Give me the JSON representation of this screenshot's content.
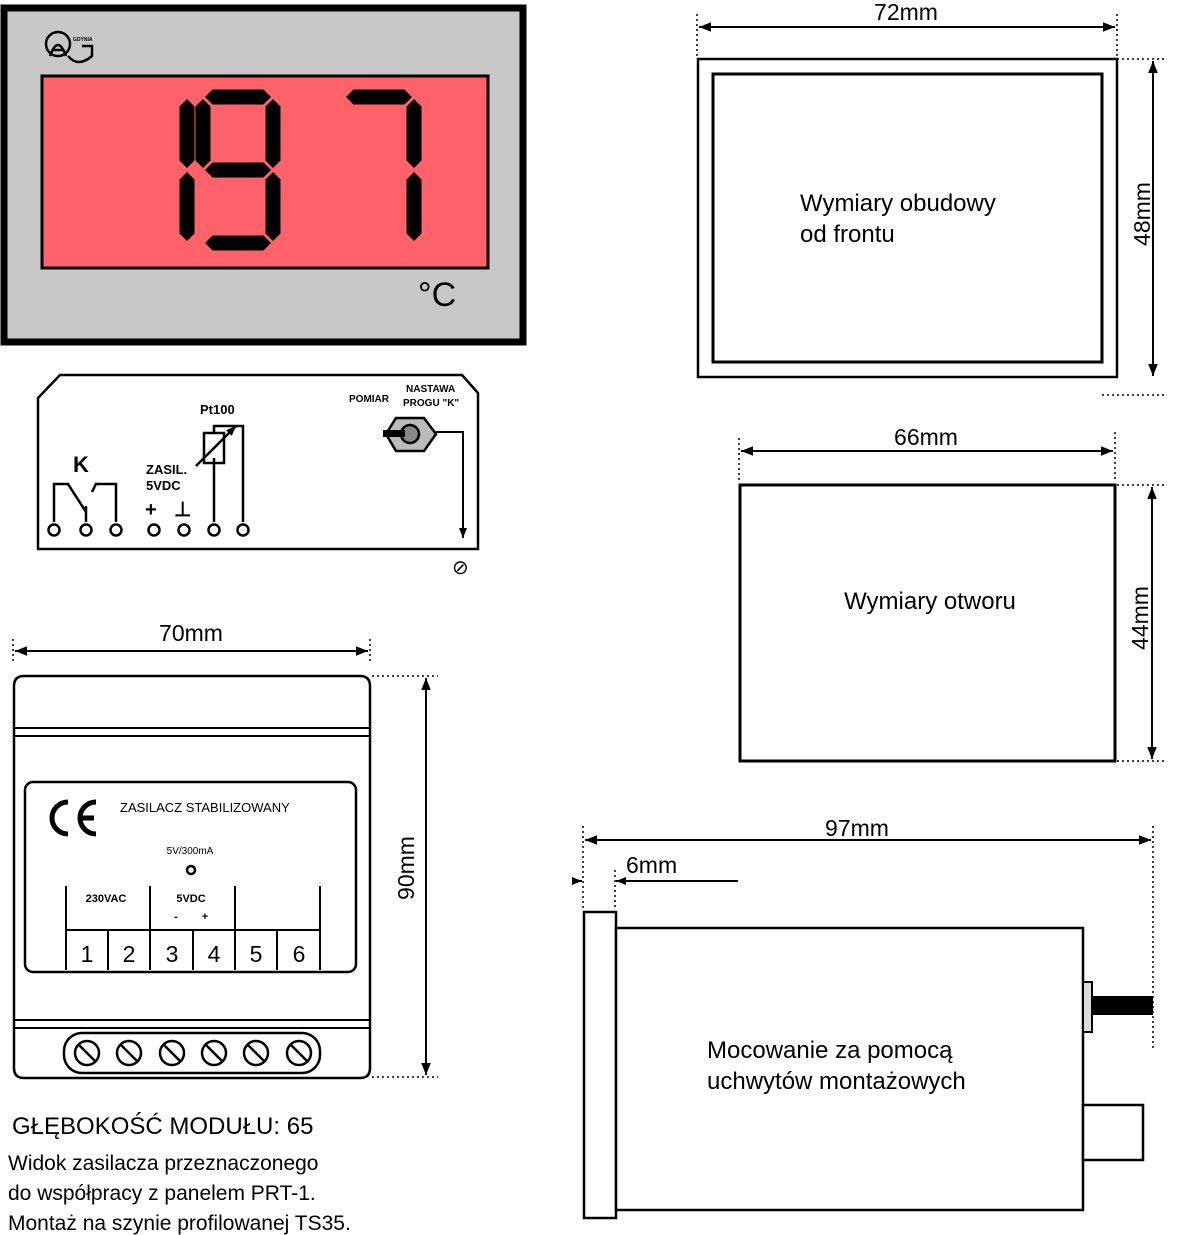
{
  "colors": {
    "display_bg": "#ff6268",
    "panel_bg": "#c8c8c8",
    "bezel": "#000000",
    "psu_label_bg": "#e6e6e6"
  },
  "front_panel": {
    "logo_small_text": "GDYNIA",
    "display_value": "197",
    "unit": "°C"
  },
  "rear_terminals": {
    "relay_label": "K",
    "supply_label_line1": "ZASIL.",
    "supply_label_line2": "5VDC",
    "plus_symbol": "+",
    "ground_symbol": "⊥",
    "sensor_label": "Pt100",
    "pot_label_left": "POMIAR",
    "pot_label_right_line1": "NASTAWA",
    "pot_label_right_line2": "PROGU \"K\"",
    "screw_symbol": "⊘"
  },
  "psu": {
    "width_label": "70mm",
    "height_label": "90mm",
    "ce_mark": "CE",
    "title": "ZASILACZ STABILIZOWANY",
    "rating": "5V/300mA",
    "input_label": "230VAC",
    "output_label": "5VDC",
    "minus": "-",
    "plus": "+",
    "terminals": [
      "1",
      "2",
      "3",
      "4",
      "5",
      "6"
    ]
  },
  "depth_heading": "GŁĘBOKOŚĆ MODUŁU: 65",
  "description_lines": [
    "Widok zasilacza przeznaczonego",
    "do współpracy z panelem PRT-1.",
    "Montaż na szynie profilowanej TS35."
  ],
  "front_dims": {
    "width_label": "72mm",
    "height_label": "48mm",
    "caption_line1": "Wymiary obudowy",
    "caption_line2": "od frontu"
  },
  "cutout_dims": {
    "width_label": "66mm",
    "height_label": "44mm",
    "caption": "Wymiary otworu"
  },
  "side_view": {
    "depth_label": "97mm",
    "bezel_label": "6mm",
    "caption_line1": "Mocowanie za pomocą",
    "caption_line2": "uchwytów montażowych"
  }
}
